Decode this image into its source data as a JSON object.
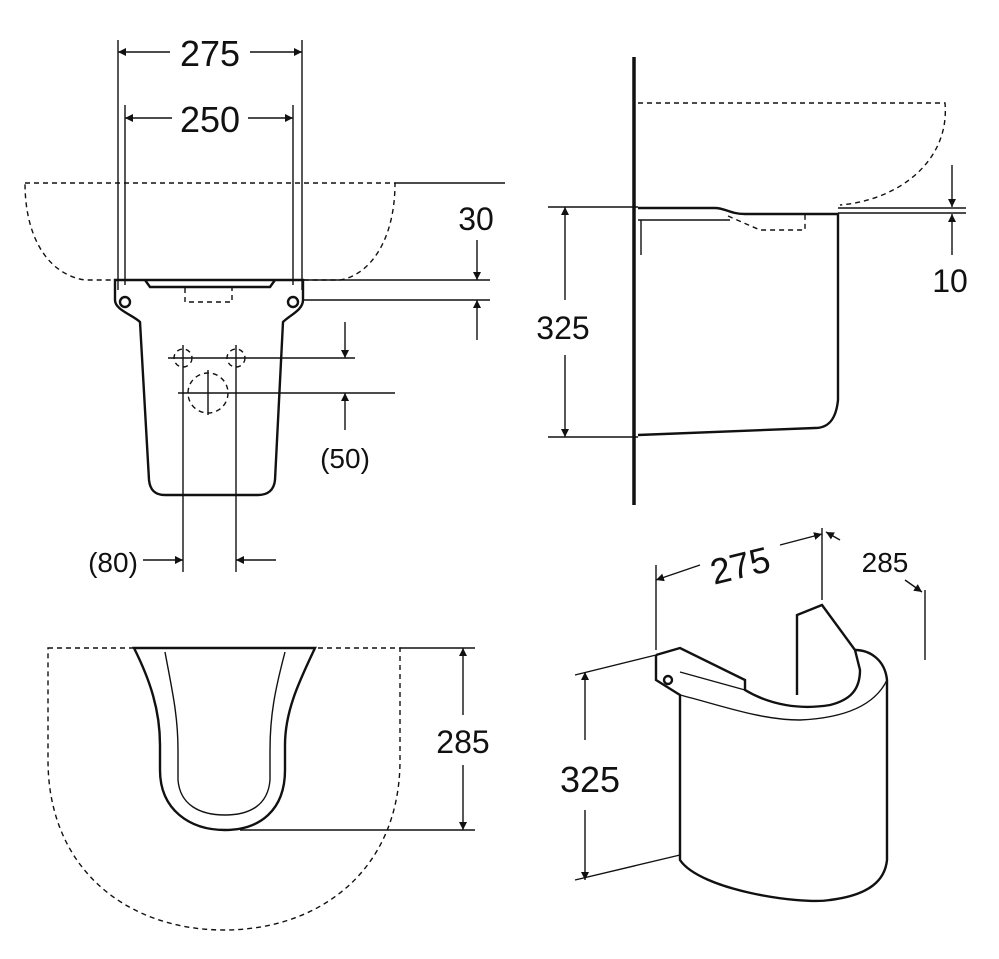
{
  "front_view": {
    "width_outer": "275",
    "width_inner": "250",
    "top_offset": "30",
    "pipe_height": "(50)",
    "pipe_spacing": "(80)"
  },
  "side_view": {
    "height": "325",
    "gap": "10"
  },
  "top_view": {
    "depth": "285"
  },
  "iso_view": {
    "width": "275",
    "depth": "285",
    "height": "325"
  }
}
